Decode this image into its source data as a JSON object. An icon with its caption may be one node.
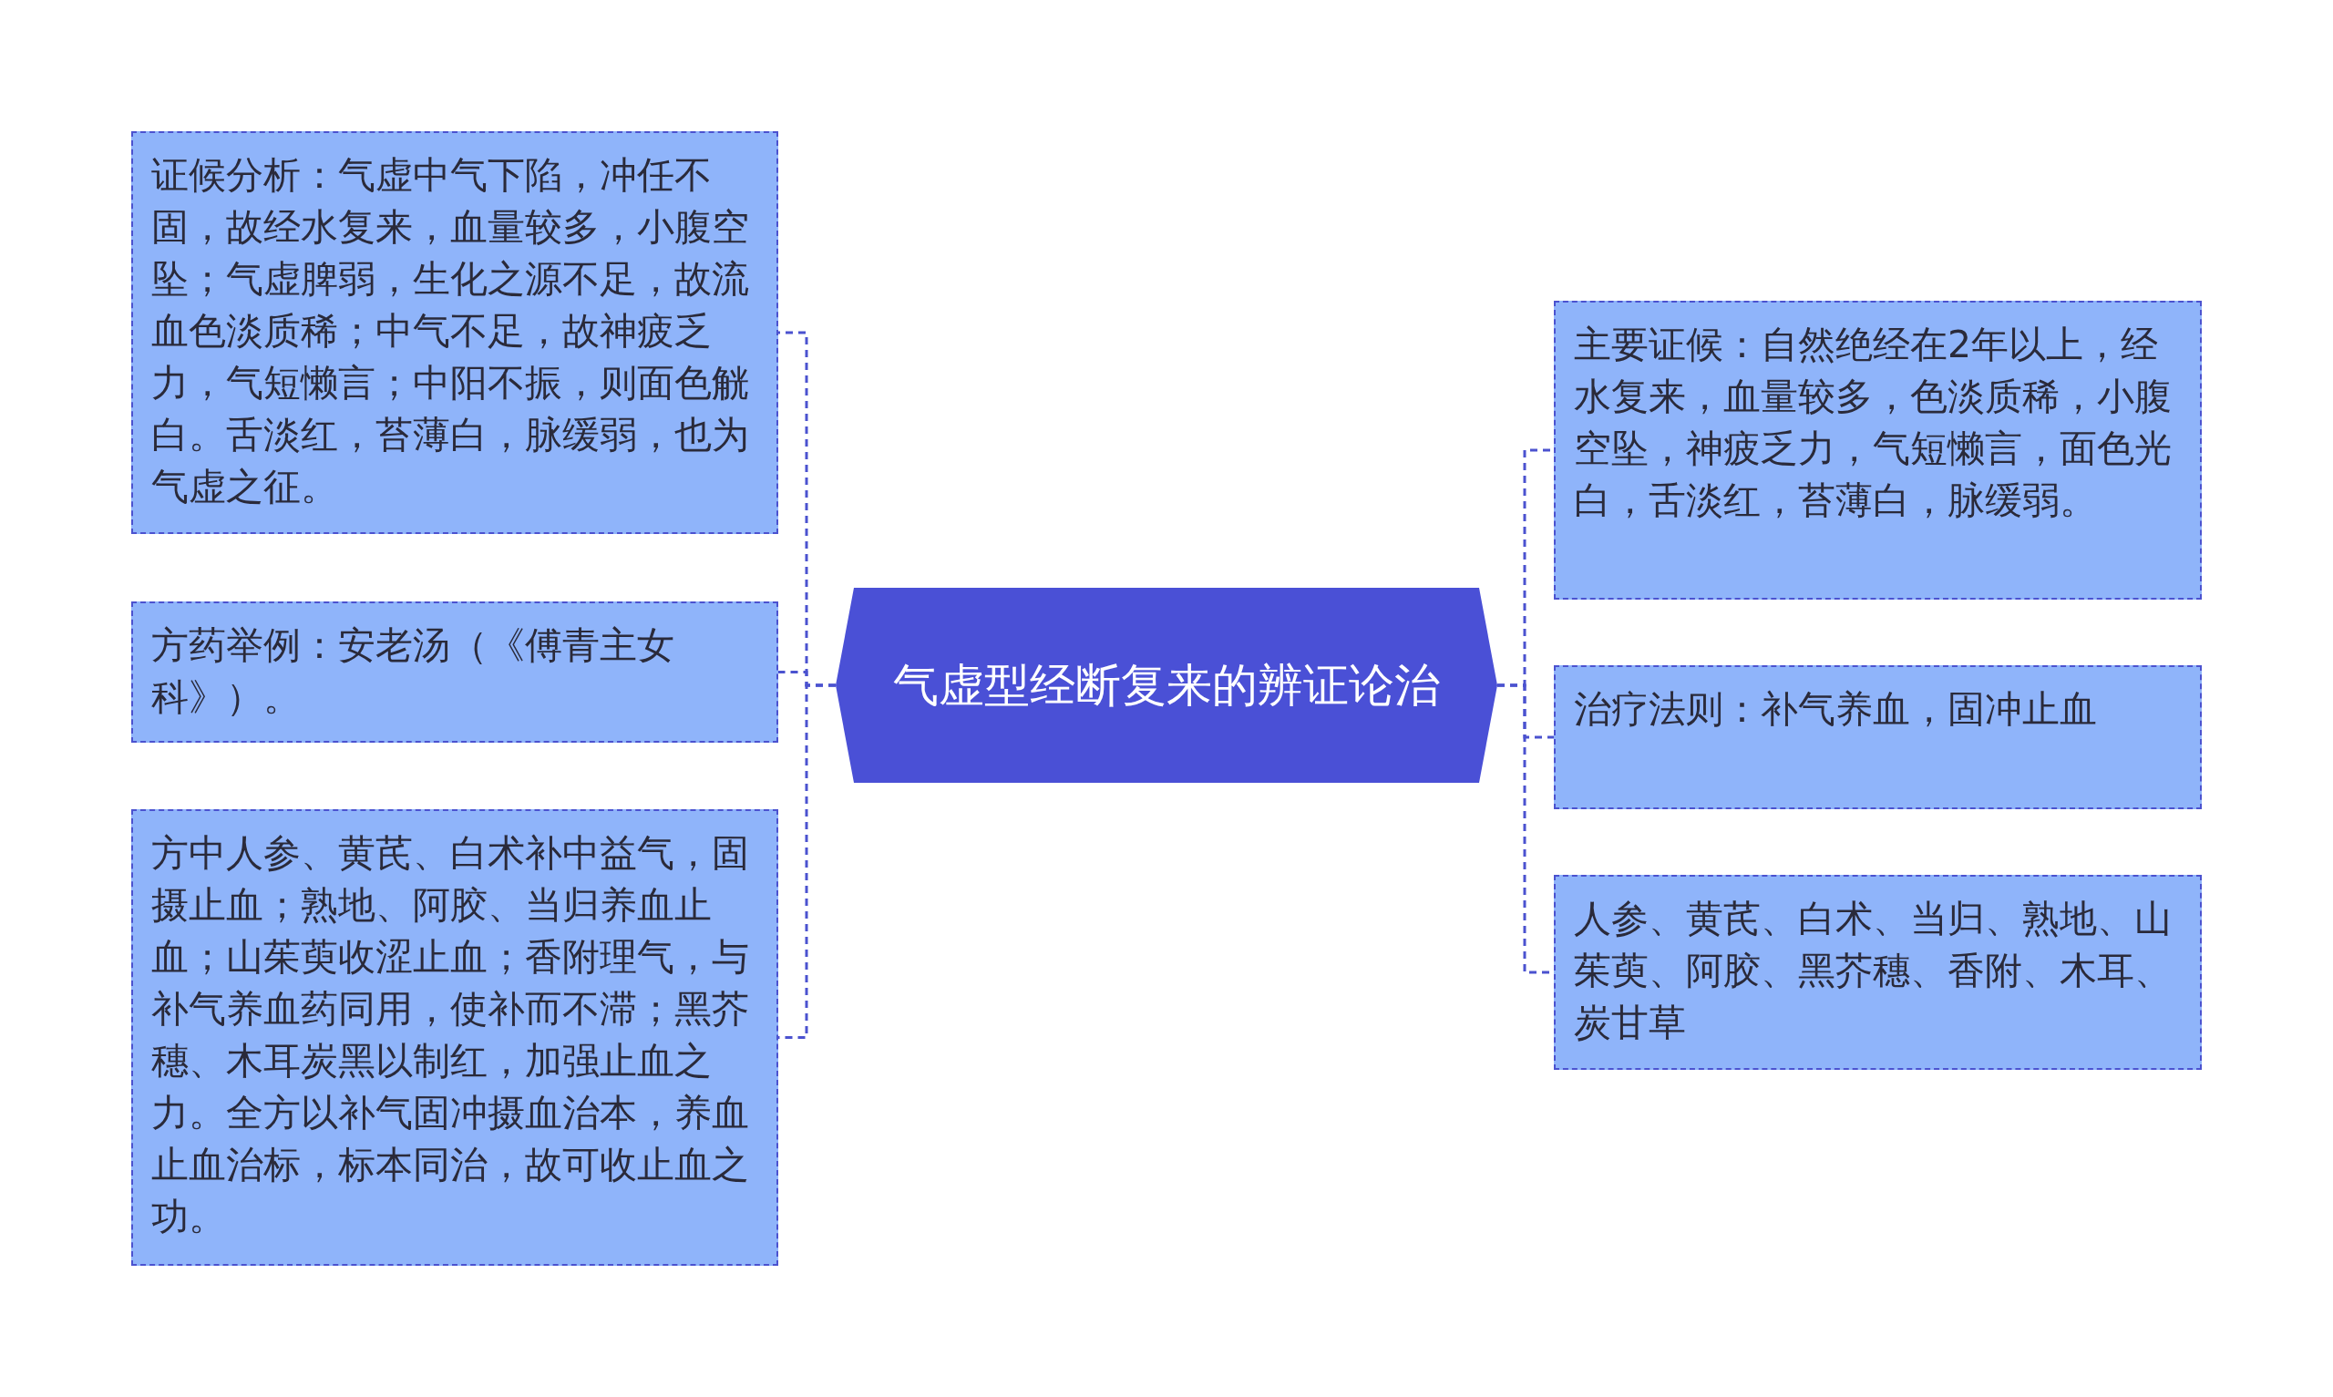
{
  "diagram": {
    "nodes": [
      {
        "text": [
          "气虚型经断复来的辨证论治"
        ]
      },
      {
        "text": [
          "证候分析：气虚中气下陷，冲任不固，故经水复来，血量较多，小腹空坠；气虚脾弱，生化之源不足，故流血色淡质稀；中气不足，故神疲乏力，气短懒言；中阳不振，则面色觥白。舌淡红，苔薄白，脉缓弱，也为气虚之征。"
        ]
      },
      {
        "text": [
          "方药举例：安老汤（《傅青主女科》）。"
        ]
      },
      {
        "text": [
          "方中人参、黄芪、白术补中益气，固摄止血；熟地、阿胶、当归养血止血；山茱萸收涩止血；香附理气，与补气养血药同用，使补而不滞；黑芥穗、木耳炭黑以制红，加强止血之力。全方以补气固冲摄血治本，养血止血治标，标本同治，故可收止血之功。"
        ]
      },
      {
        "text": [
          "主要证候：自然绝经在2年以上，经水复来，血量较多，色淡质稀，小腹空坠，神疲乏力，气短懒言，面色光白，舌淡红，苔薄白，脉缓弱。"
        ]
      },
      {
        "text": [
          "治疗法则：补气养血，固冲止血"
        ]
      },
      {
        "text": [
          "人参、黄芪、白术、当归、熟地、山茱萸、阿胶、黑芥穗、香附、木耳、炭甘草"
        ]
      }
    ],
    "edges": [
      {
        "from": 0,
        "to": 1,
        "arrow": "none",
        "style": "dashed"
      },
      {
        "from": 0,
        "to": 2,
        "arrow": "none",
        "style": "dashed"
      },
      {
        "from": 0,
        "to": 3,
        "arrow": "none",
        "style": "dashed"
      },
      {
        "from": 0,
        "to": 4,
        "arrow": "none",
        "style": "dashed"
      },
      {
        "from": 0,
        "to": 5,
        "arrow": "none",
        "style": "dashed"
      },
      {
        "from": 0,
        "to": 6,
        "arrow": "none",
        "style": "dashed"
      }
    ]
  }
}
